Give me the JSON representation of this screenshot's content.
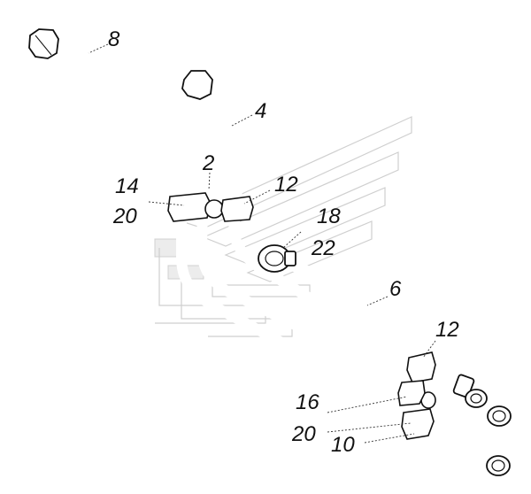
{
  "callouts": {
    "c8": "8",
    "c4": "4",
    "c2": "2",
    "c14": "14",
    "c20a": "20",
    "c12a": "12",
    "c18": "18",
    "c22": "22",
    "c6": "6",
    "c12b": "12",
    "c16": "16",
    "c20b": "20",
    "c10": "10"
  },
  "colors": {
    "line": "#222222",
    "watermark": "#cfcfcf",
    "background": "#ffffff"
  }
}
